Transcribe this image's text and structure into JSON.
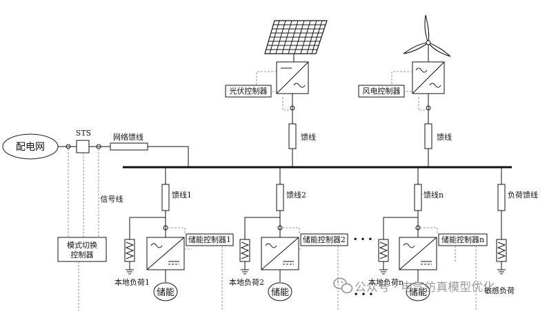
{
  "grid": {
    "label": "配电网"
  },
  "sts": {
    "label": "STS"
  },
  "network_feeder": {
    "label": "网络馈线"
  },
  "signal_line": {
    "label": "信号线"
  },
  "mode_controller": {
    "line1": "模式切换",
    "line2": "控制器"
  },
  "pv": {
    "controller": "光伏控制器",
    "feeder": "馈线"
  },
  "wind": {
    "controller": "风电控制器",
    "feeder": "馈线"
  },
  "branches": [
    {
      "feeder": "馈线1",
      "controller": "储能控制器1",
      "load": "本地负荷1",
      "storage": "储能"
    },
    {
      "feeder": "馈线2",
      "controller": "储能控制器2",
      "load": "本地负荷2",
      "storage": "储能"
    },
    {
      "feeder": "馈线n",
      "controller": "储能控制器n",
      "load": "本地负荷n",
      "storage": "储能"
    }
  ],
  "load_feeder": {
    "label": "负荷馈线",
    "load": "敏感负荷"
  },
  "ellipsis": "• • •",
  "watermark": {
    "text": "公众号 · 电气仿真模型优化"
  }
}
